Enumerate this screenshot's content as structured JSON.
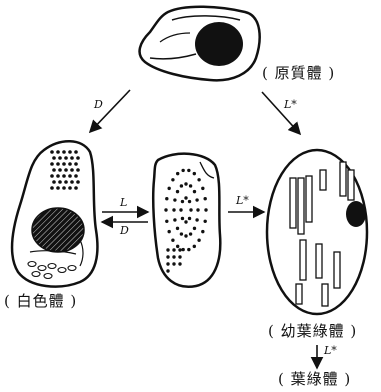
{
  "labels": {
    "proplastid": "( 原質體 )",
    "leucoplast": "( 白色體 )",
    "young_chloroplast": "( 幼葉綠體 )",
    "chloroplast": "( 葉綠體 )"
  },
  "arrows": {
    "dark": "D",
    "light_star": "L*",
    "light": "L",
    "dark_back": "D",
    "light_star_mid": "L*",
    "light_star_bottom": "L*"
  }
}
